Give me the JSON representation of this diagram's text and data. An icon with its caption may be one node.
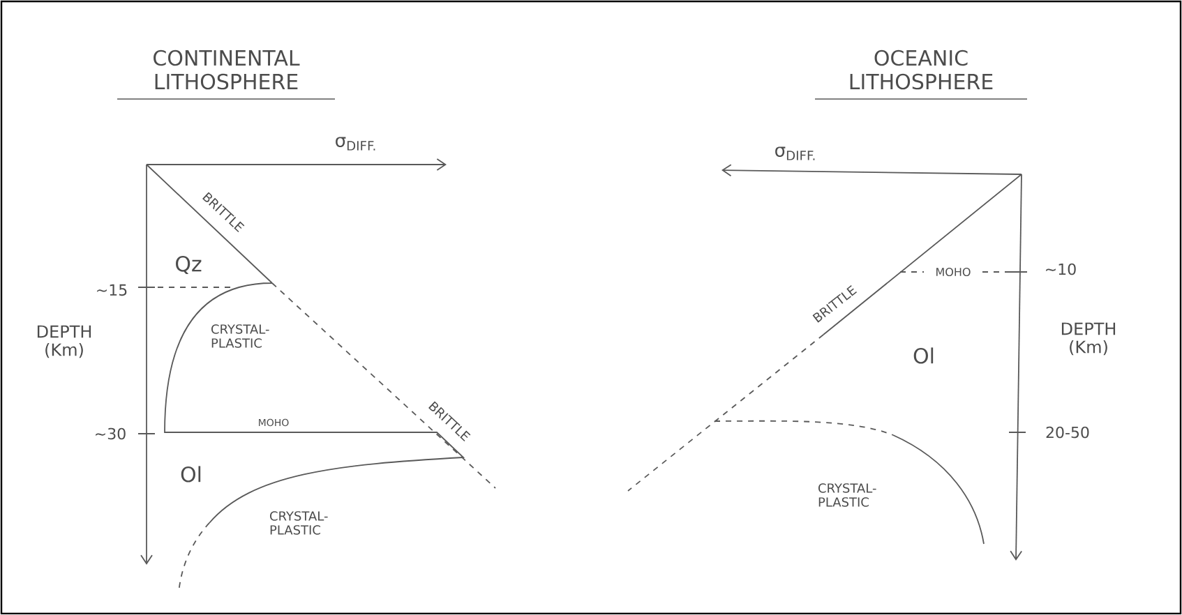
{
  "diagram": {
    "labels": [
      "CONTINENTAL LITHOSPHERE",
      "σ$_{DIFF.}$",
      "BRITTLE",
      "Qz",
      "~15",
      "DEPTH (Km)",
      "CRYSTAL-PLASTIC",
      "MOHO",
      "~30",
      "BRITTLE",
      "Ol",
      "CRYSTAL-PLASTIC",
      "OCEANIC LITHOSPHERE",
      "σ$_{DIFF.}$",
      "MOHO",
      "~10",
      "BRITTLE",
      "DEPTH (Km)",
      "Ol",
      "20-50",
      "CRYSTAL-PLASTIC"
    ]
  }
}
